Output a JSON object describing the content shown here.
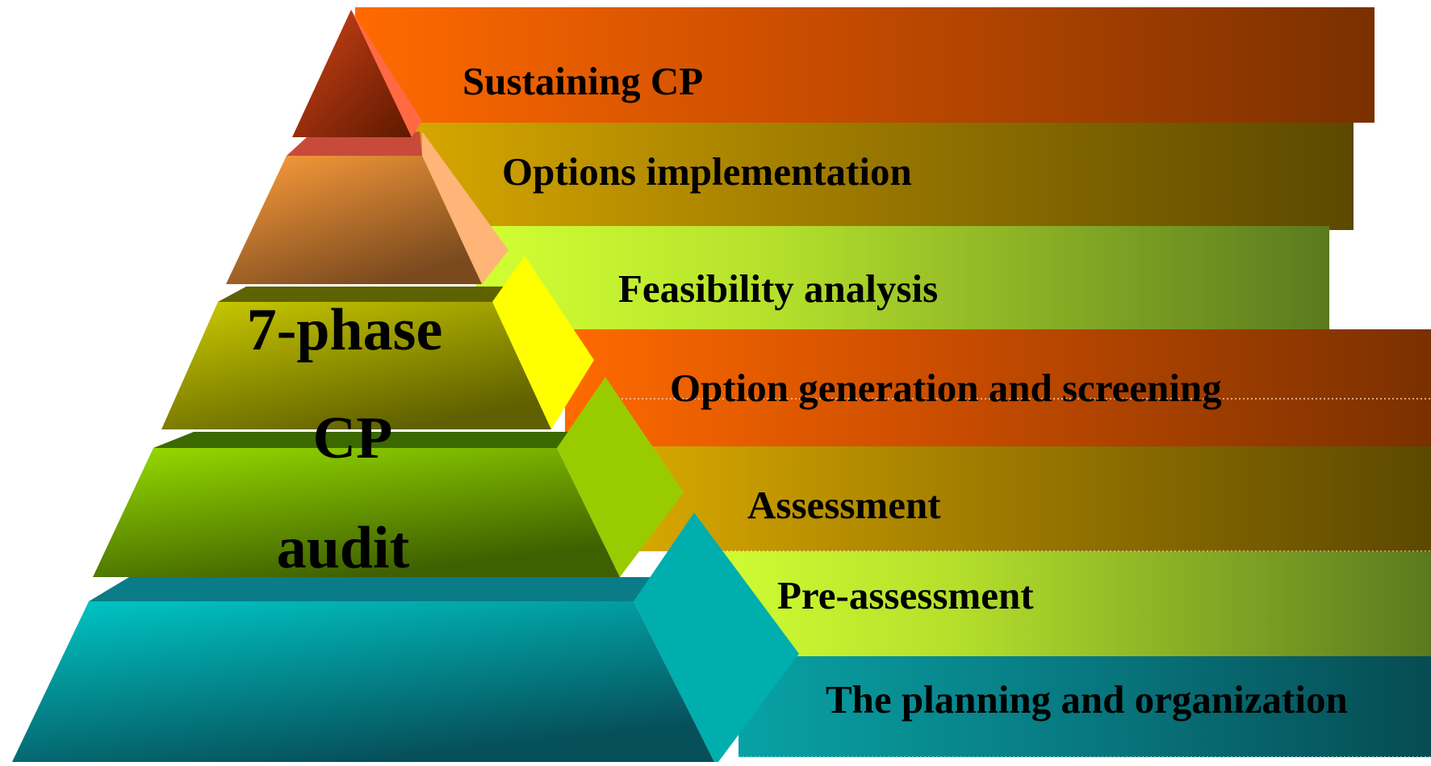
{
  "diagram": {
    "center_title": [
      "7-phase",
      "CP",
      "audit"
    ],
    "phases": [
      {
        "label": "Sustaining CP",
        "palette": "orange"
      },
      {
        "label": "Options implementation",
        "palette": "gold"
      },
      {
        "label": "Feasibility analysis",
        "palette": "lime"
      },
      {
        "label": "Option generation and screening",
        "palette": "orange"
      },
      {
        "label": "Assessment",
        "palette": "gold"
      },
      {
        "label": "Pre-assessment",
        "palette": "lime"
      },
      {
        "label": "The planning and organization",
        "palette": "teal"
      }
    ],
    "colors": {
      "orange": [
        "#ff6a00",
        "#7a3000"
      ],
      "gold": [
        "#d4a400",
        "#5c4800"
      ],
      "lime": [
        "#ccff33",
        "#5a7a1e"
      ],
      "teal": [
        "#00b4b4",
        "#064c52"
      ]
    }
  }
}
